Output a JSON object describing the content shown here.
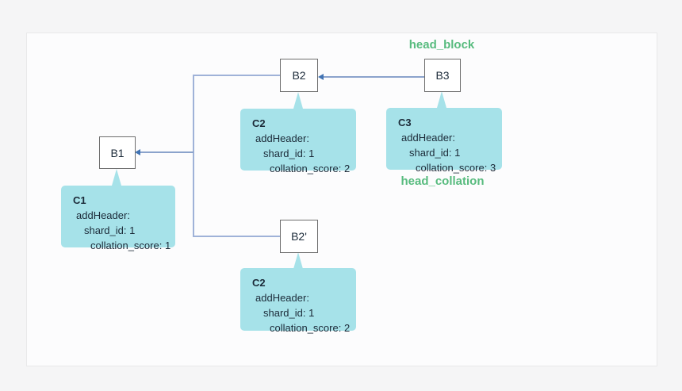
{
  "diagram": {
    "annotations": {
      "head_block": "head_block",
      "head_collation": "head_collation"
    },
    "blocks": [
      {
        "id": "b1",
        "label": "B1"
      },
      {
        "id": "b2",
        "label": "B2"
      },
      {
        "id": "b3",
        "label": "B3"
      },
      {
        "id": "b2_prime",
        "label": "B2'"
      }
    ],
    "collations": [
      {
        "id": "c1",
        "title": "C1",
        "lines": [
          "addHeader:",
          "shard_id: 1",
          "collation_score: 1"
        ]
      },
      {
        "id": "c2_top",
        "title": "C2",
        "lines": [
          "addHeader:",
          "shard_id: 1",
          "collation_score: 2"
        ]
      },
      {
        "id": "c3",
        "title": "C3",
        "lines": [
          "addHeader:",
          "shard_id: 1",
          "collation_score: 3"
        ]
      },
      {
        "id": "c2_bottom",
        "title": "C2",
        "lines": [
          "addHeader:",
          "shard_id: 1",
          "collation_score: 2"
        ]
      }
    ],
    "colors": {
      "page_background": "#f5f5f6",
      "panel_background": "#fcfcfd",
      "collation_fill": "#a6e2e9",
      "annotation_green": "#57bb7e",
      "connector_line": "#9fb2d8",
      "arrowhead": "#4173b3"
    }
  }
}
